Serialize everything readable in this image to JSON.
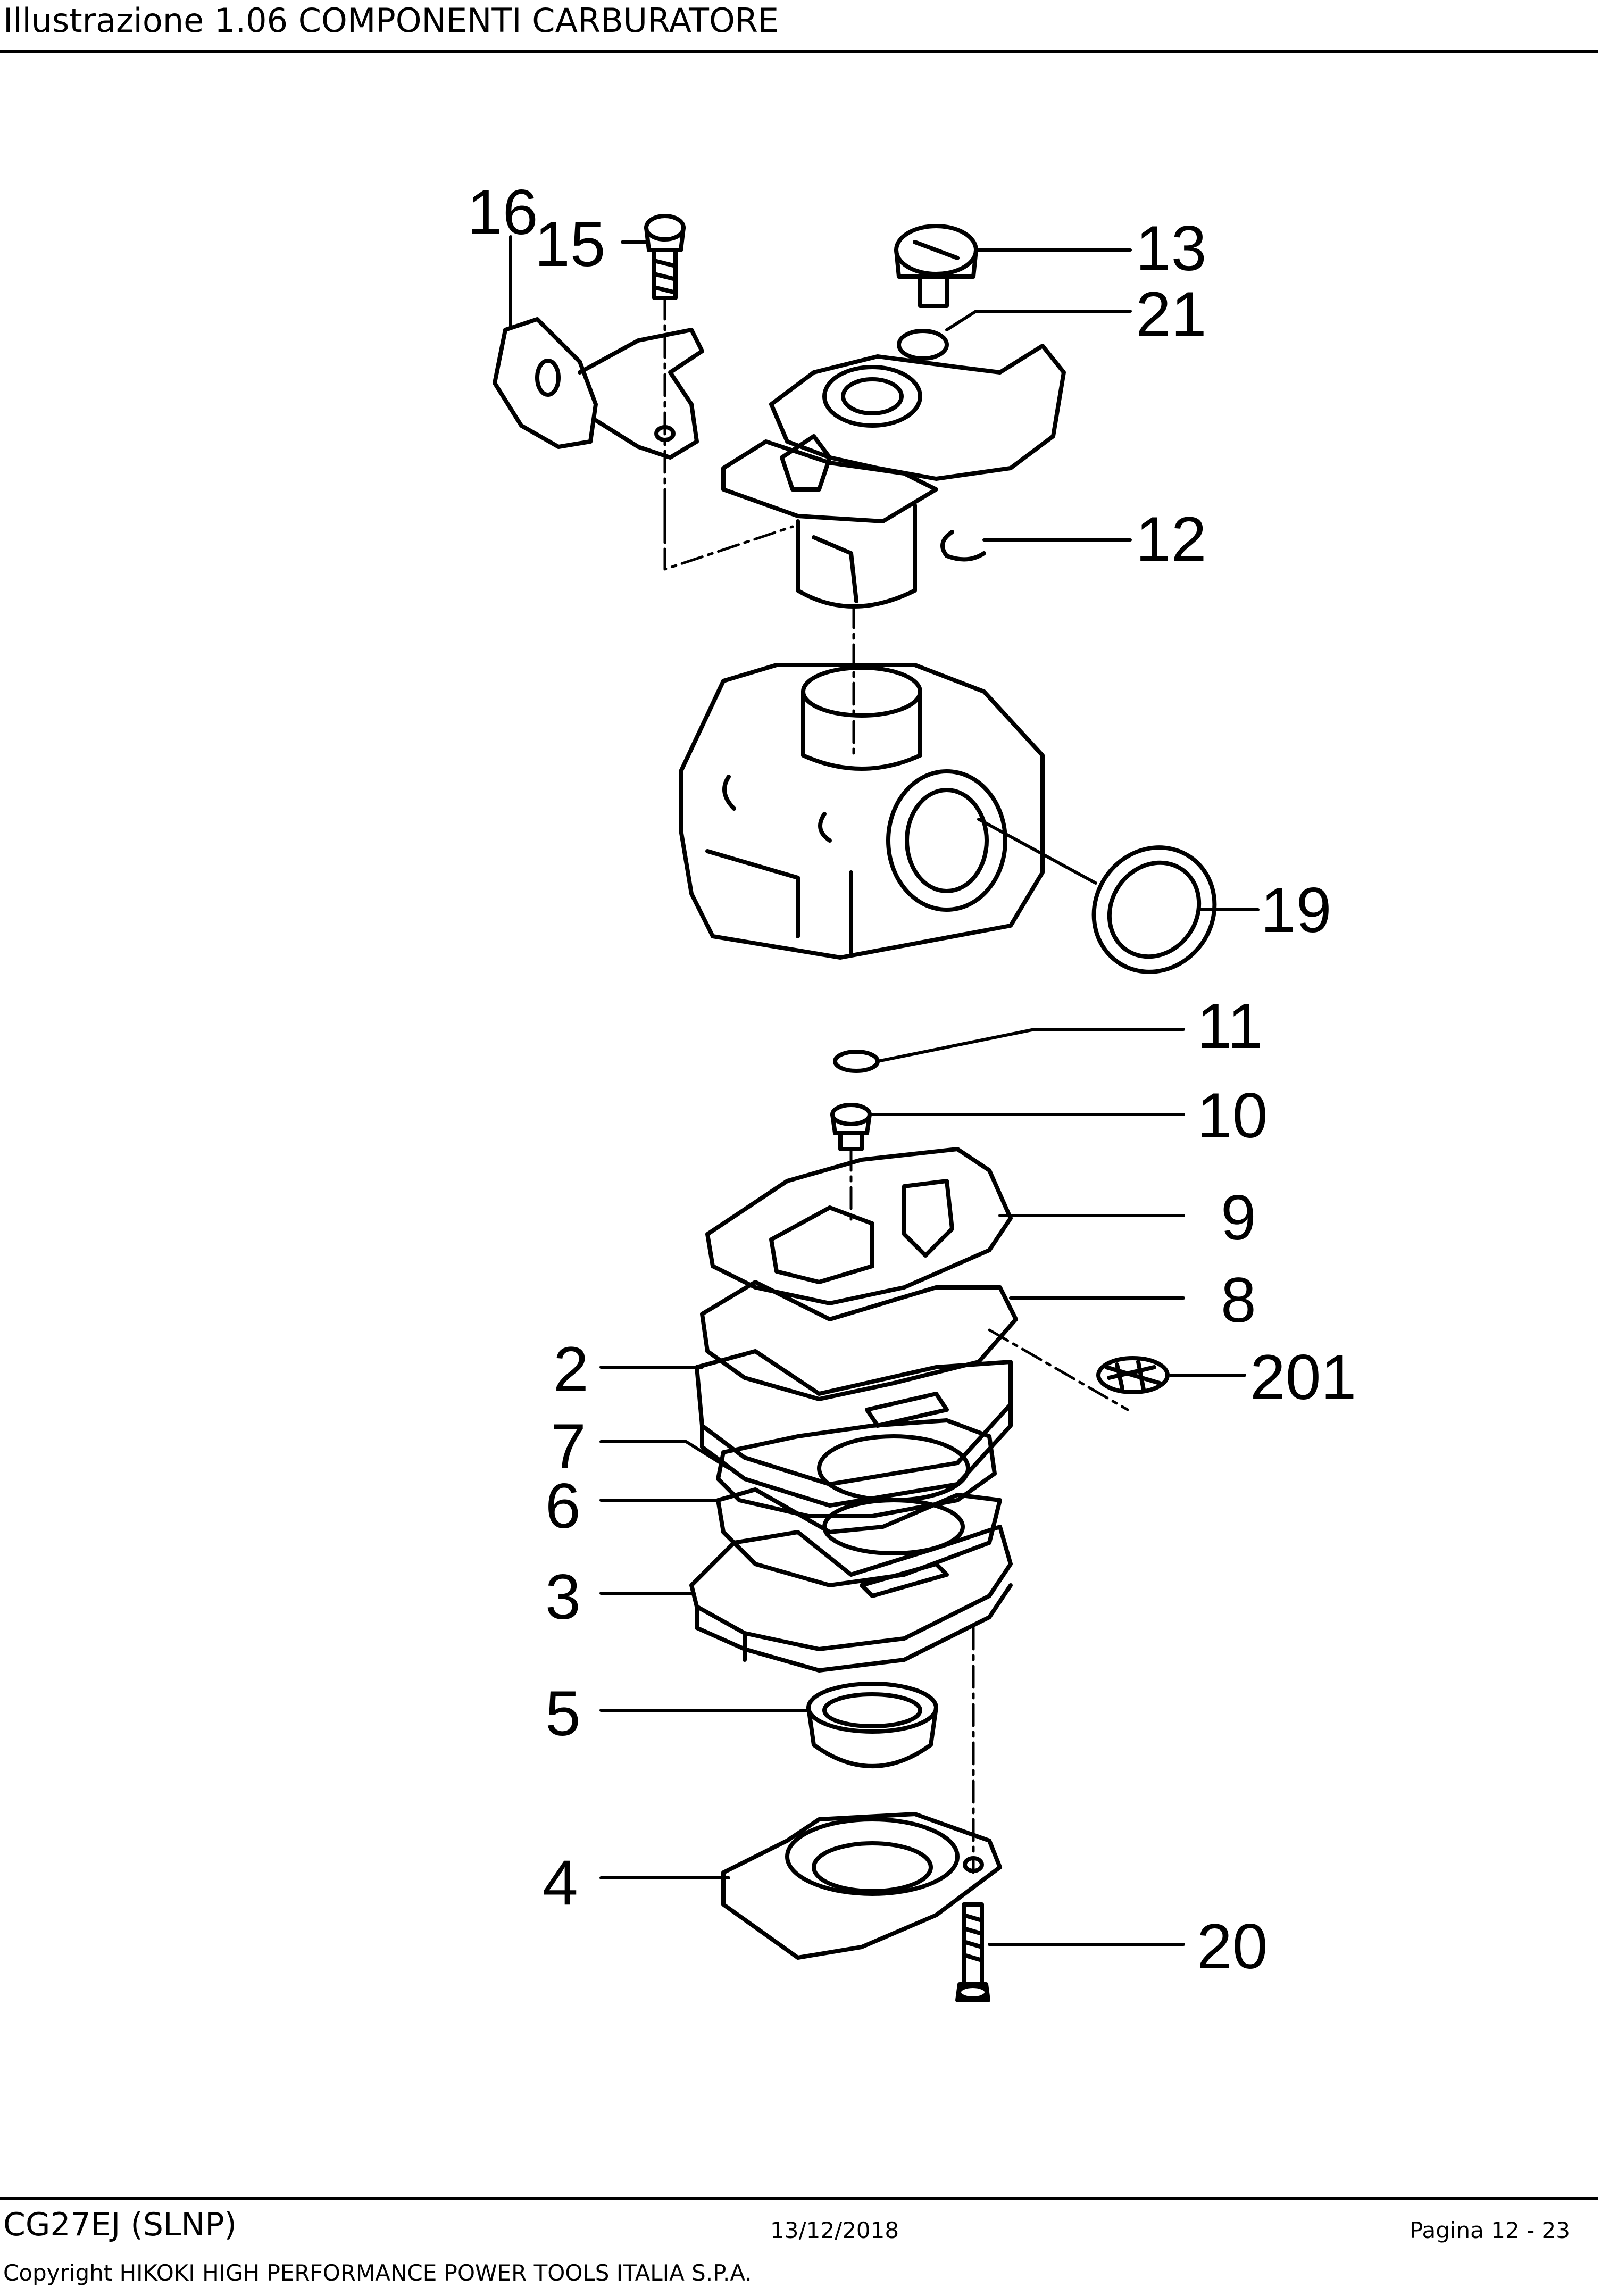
{
  "header": {
    "title": "Illustrazione  1.06 COMPONENTI CARBURATORE"
  },
  "callouts": {
    "c16": "16",
    "c15": "15",
    "c13": "13",
    "c21": "21",
    "c12": "12",
    "c19": "19",
    "c11": "11",
    "c10": "10",
    "c9": "9",
    "c8": "8",
    "c2": "2",
    "c201": "201",
    "c7": "7",
    "c6": "6",
    "c3": "3",
    "c5": "5",
    "c4": "4",
    "c20": "20"
  },
  "footer": {
    "model": "CG27EJ (SLNP)",
    "date": "13/12/2018",
    "page": "Pagina 12 - 23",
    "copyright": "Copyright HIKOKI HIGH PERFORMANCE POWER TOOLS ITALIA S.P.A."
  },
  "colors": {
    "ink": "#000000",
    "paper": "#ffffff"
  }
}
